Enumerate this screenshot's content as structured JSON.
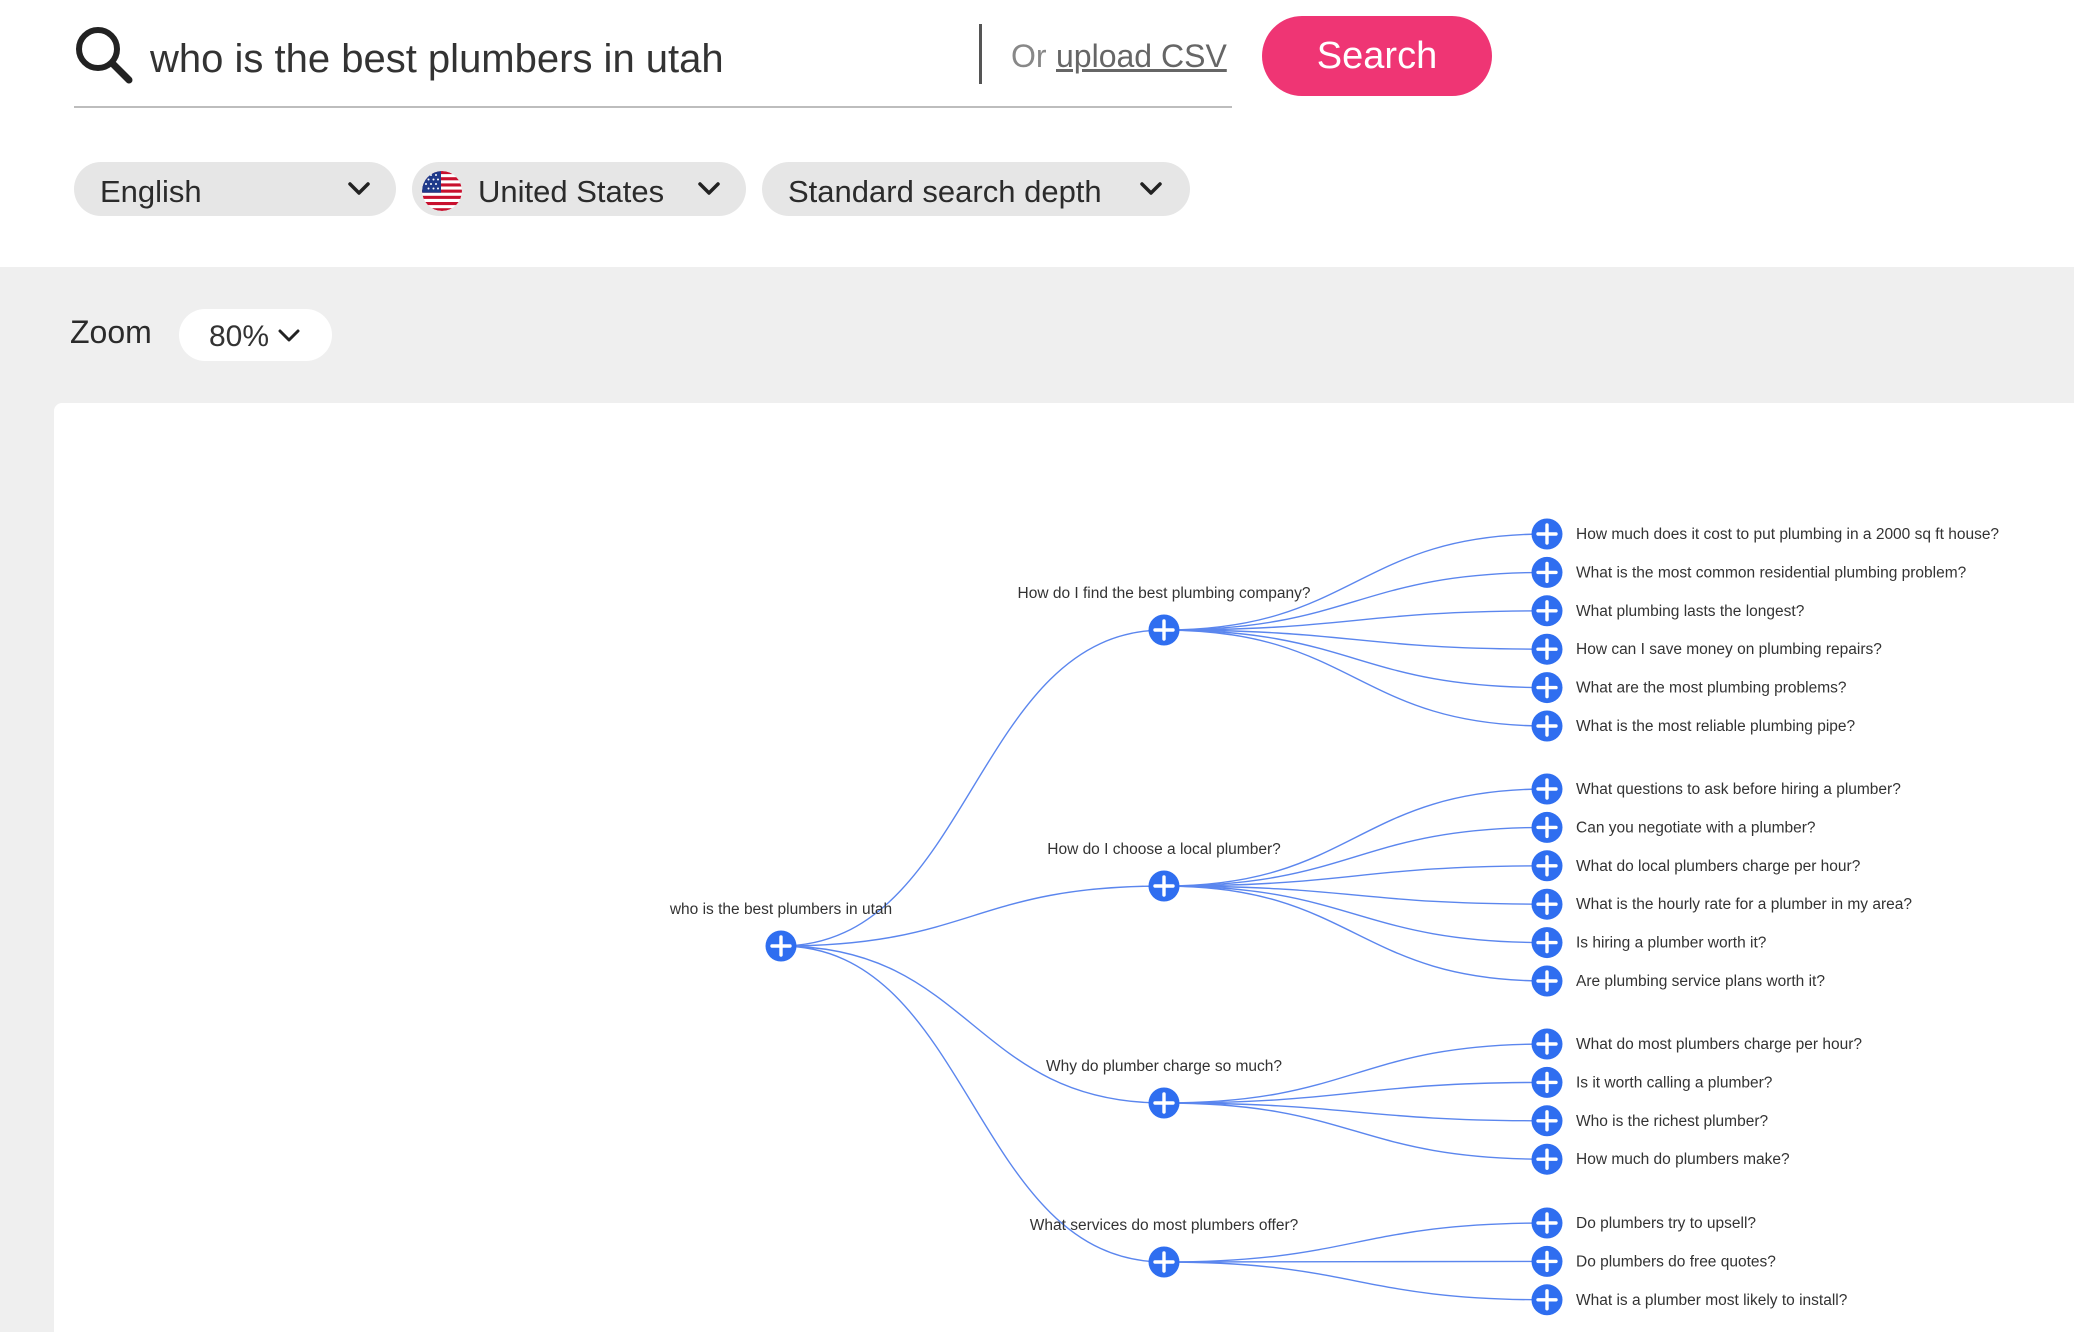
{
  "search": {
    "query": "who is the best plumbers in utah",
    "or_text": "Or",
    "upload_link": "upload CSV",
    "button": "Search"
  },
  "filters": {
    "language": "English",
    "country": "United States",
    "depth": "Standard search depth"
  },
  "zoom": {
    "label": "Zoom",
    "value": "80%"
  },
  "colors": {
    "accent": "#ef3574",
    "node": "#2f6ef0",
    "link": "#5b86ee"
  },
  "tree": {
    "root": "who is the best plumbers in utah",
    "branches": [
      {
        "question": "How do I find the best plumbing company?",
        "children": [
          "How much does it cost to put plumbing in a 2000 sq ft house?",
          "What is the most common residential plumbing problem?",
          "What plumbing lasts the longest?",
          "How can I save money on plumbing repairs?",
          "What are the most plumbing problems?",
          "What is the most reliable plumbing pipe?"
        ]
      },
      {
        "question": "How do I choose a local plumber?",
        "children": [
          "What questions to ask before hiring a plumber?",
          "Can you negotiate with a plumber?",
          "What do local plumbers charge per hour?",
          "What is the hourly rate for a plumber in my area?",
          "Is hiring a plumber worth it?",
          "Are plumbing service plans worth it?"
        ]
      },
      {
        "question": "Why do plumber charge so much?",
        "children": [
          "What do most plumbers charge per hour?",
          "Is it worth calling a plumber?",
          "Who is the richest plumber?",
          "How much do plumbers make?"
        ]
      },
      {
        "question": "What services do most plumbers offer?",
        "children": [
          "Do plumbers try to upsell?",
          "Do plumbers do free quotes?",
          "What is a plumber most likely to install?"
        ]
      }
    ]
  }
}
